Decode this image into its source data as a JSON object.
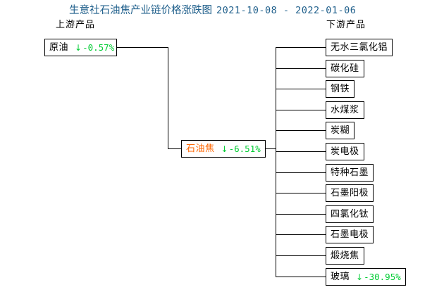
{
  "chart_data": {
    "type": "diagram",
    "title": "生意社石油焦产业链价格涨跌图",
    "date_range": "2021-10-08 - 2022-01-06",
    "columns": {
      "upstream_label": "上游产品",
      "downstream_label": "下游产品"
    },
    "center_node": {
      "name": "石油焦",
      "arrow": "↓",
      "change": "-6.51%",
      "change_value": -6.51
    },
    "upstream": [
      {
        "name": "原油",
        "arrow": "↓",
        "change": "-0.57%",
        "change_value": -0.57
      }
    ],
    "downstream": [
      {
        "name": "无水三氯化铝",
        "arrow": "",
        "change": "",
        "change_value": null
      },
      {
        "name": "碳化硅",
        "arrow": "",
        "change": "",
        "change_value": null
      },
      {
        "name": "钢铁",
        "arrow": "",
        "change": "",
        "change_value": null
      },
      {
        "name": "水煤浆",
        "arrow": "",
        "change": "",
        "change_value": null
      },
      {
        "name": "炭糊",
        "arrow": "",
        "change": "",
        "change_value": null
      },
      {
        "name": "炭电极",
        "arrow": "",
        "change": "",
        "change_value": null
      },
      {
        "name": "特种石墨",
        "arrow": "",
        "change": "",
        "change_value": null
      },
      {
        "name": "石墨阳极",
        "arrow": "",
        "change": "",
        "change_value": null
      },
      {
        "name": "四氯化钛",
        "arrow": "",
        "change": "",
        "change_value": null
      },
      {
        "name": "石墨电极",
        "arrow": "",
        "change": "",
        "change_value": null
      },
      {
        "name": "煅烧焦",
        "arrow": "",
        "change": "",
        "change_value": null
      },
      {
        "name": "玻璃",
        "arrow": "↓",
        "change": "-30.95%",
        "change_value": -30.95
      }
    ],
    "colors": {
      "title": "#1f5f8b",
      "down_change": "#00cc33",
      "center_name": "#ff6600",
      "box_border": "#000000",
      "background": "#ffffff"
    }
  }
}
